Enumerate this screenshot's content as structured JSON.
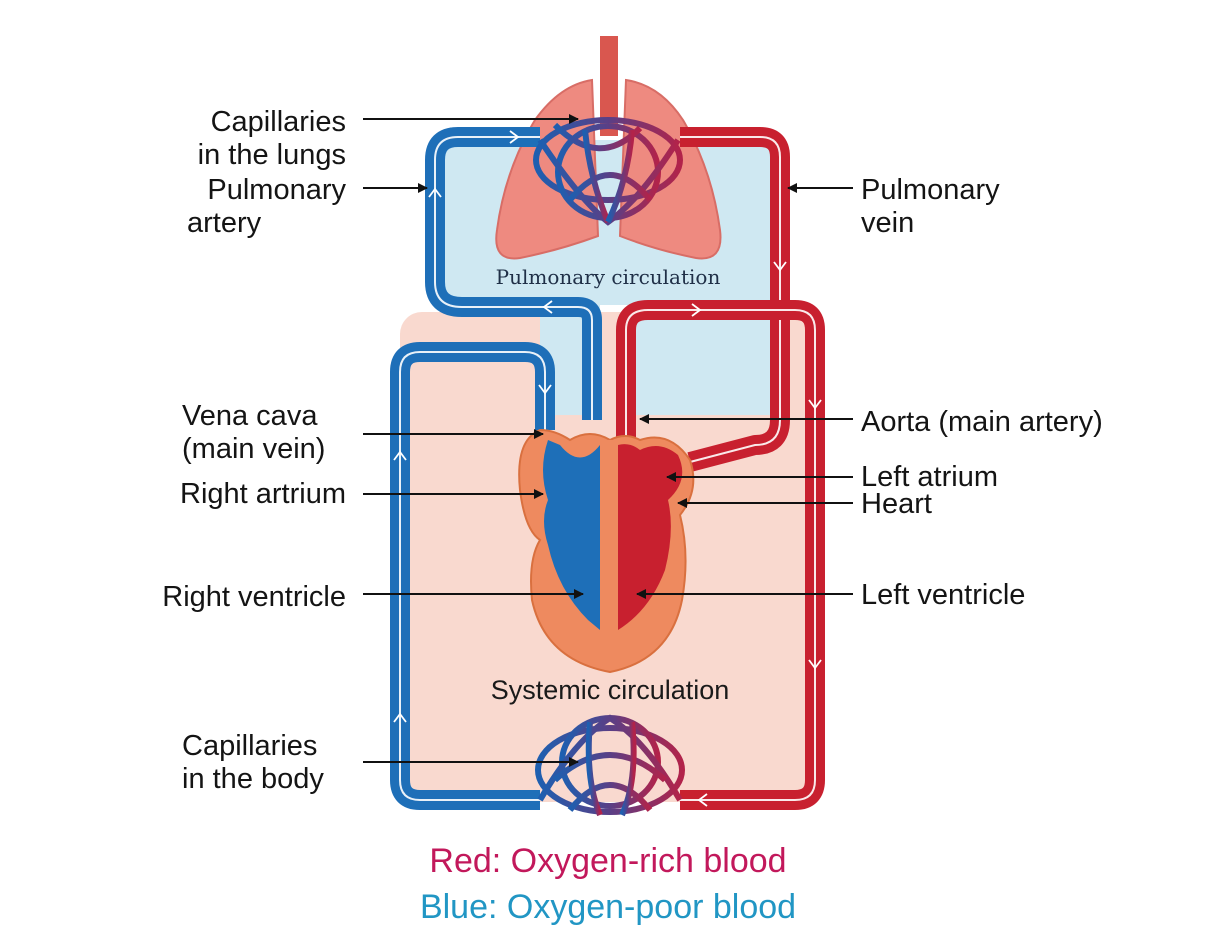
{
  "labels": {
    "capillaries_lungs_1": "Capillaries",
    "capillaries_lungs_2": "in the lungs",
    "pulmonary_artery_1": "Pulmonary",
    "pulmonary_artery_2": "artery",
    "pulmonary_vein_1": "Pulmonary",
    "pulmonary_vein_2": "vein",
    "pulmonary_circulation": "Pulmonary circulation",
    "vena_cava_1": "Vena cava",
    "vena_cava_2": "(main vein)",
    "right_atrium": "Right artrium",
    "right_ventricle": "Right ventricle",
    "aorta": "Aorta (main artery)",
    "left_atrium": "Left atrium",
    "heart": "Heart",
    "left_ventricle": "Left ventricle",
    "systemic_circulation": "Systemic circulation",
    "capillaries_body_1": "Capillaries",
    "capillaries_body_2": "in the body"
  },
  "legend": {
    "red_text": "Red: Oxygen-rich blood",
    "blue_text": "Blue: Oxygen-poor blood",
    "red_color": "#c2185b",
    "blue_color": "#2196c4"
  },
  "colors": {
    "oxygen_poor_vessel": "#1e6fb8",
    "oxygen_rich_vessel": "#c8202f",
    "pulmonary_region": "#cfe8f2",
    "systemic_region": "#f9d9cf",
    "lung": "#ee8a80",
    "heart_muscle": "#ee8a5f"
  }
}
